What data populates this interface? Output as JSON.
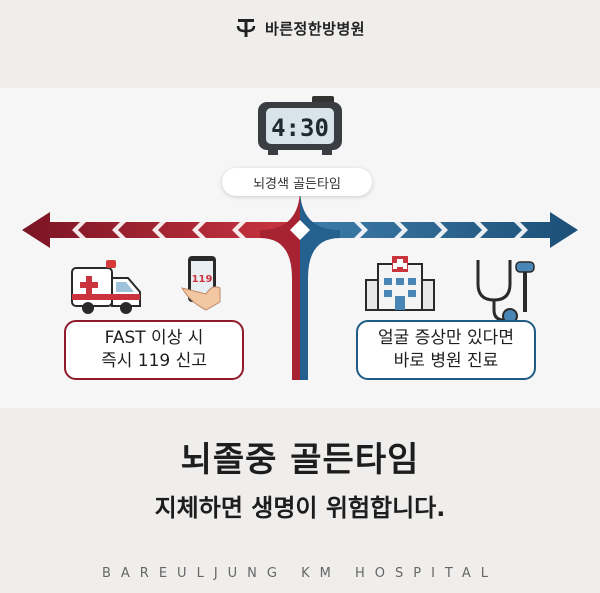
{
  "header": {
    "brand": "바른정한방병원",
    "logo_icon": "hospital-logo-icon"
  },
  "clock": {
    "time": "4:30"
  },
  "infographic": {
    "pill_label": "뇌경색 골든타임",
    "left_box": {
      "line1": "FAST 이상 시",
      "line2": "즉시 119 신고"
    },
    "right_box": {
      "line1": "얼굴 증상만 있다면",
      "line2": "바로 병원 진료"
    },
    "phone_label": "119",
    "colors": {
      "red": "#8f1b2a",
      "blue": "#1e5b85"
    }
  },
  "main": {
    "headline": "뇌졸중 골든타임",
    "subline": "지체하면 생명이 위험합니다."
  },
  "footer": {
    "text": "BAREULJUNG KM HOSPITAL"
  }
}
